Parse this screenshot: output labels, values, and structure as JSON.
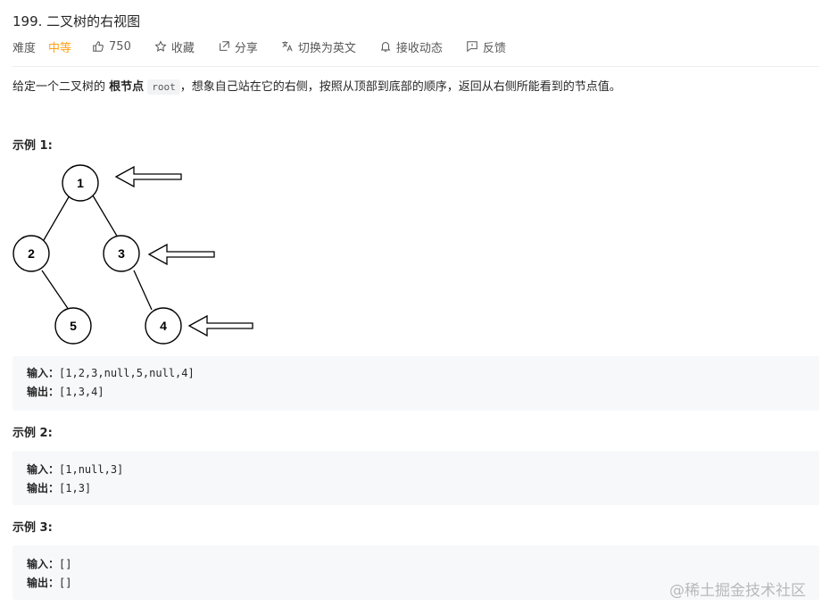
{
  "problem": {
    "title": "199. 二叉树的右视图",
    "difficulty_label": "难度",
    "difficulty_value": "中等",
    "likes": "750",
    "collect_label": "收藏",
    "share_label": "分享",
    "switch_lang_label": "切换为英文",
    "subscribe_label": "接收动态",
    "feedback_label": "反馈"
  },
  "description": {
    "part1": "给定一个二叉树的 ",
    "bold": "根节点",
    "code": "root",
    "part2": "，想象自己站在它的右侧，按照从顶部到底部的顺序，返回从右侧所能看到的节点值。"
  },
  "examples": [
    {
      "title": "示例 1:",
      "input_label": "输入：",
      "input": "[1,2,3,null,5,null,4]",
      "output_label": "输出：",
      "output": "[1,3,4]"
    },
    {
      "title": "示例 2:",
      "input_label": "输入：",
      "input": "[1,null,3]",
      "output_label": "输出：",
      "output": "[1,3]"
    },
    {
      "title": "示例 3:",
      "input_label": "输入：",
      "input": "[]",
      "output_label": "输出：",
      "output": "[]"
    }
  ],
  "tree": {
    "nodes": [
      "1",
      "2",
      "3",
      "5",
      "4"
    ]
  },
  "watermark": "@稀土掘金技术社区",
  "colors": {
    "accent_difficulty": "#ffa116",
    "code_background": "#f7f8fa",
    "divider": "#ececec"
  }
}
